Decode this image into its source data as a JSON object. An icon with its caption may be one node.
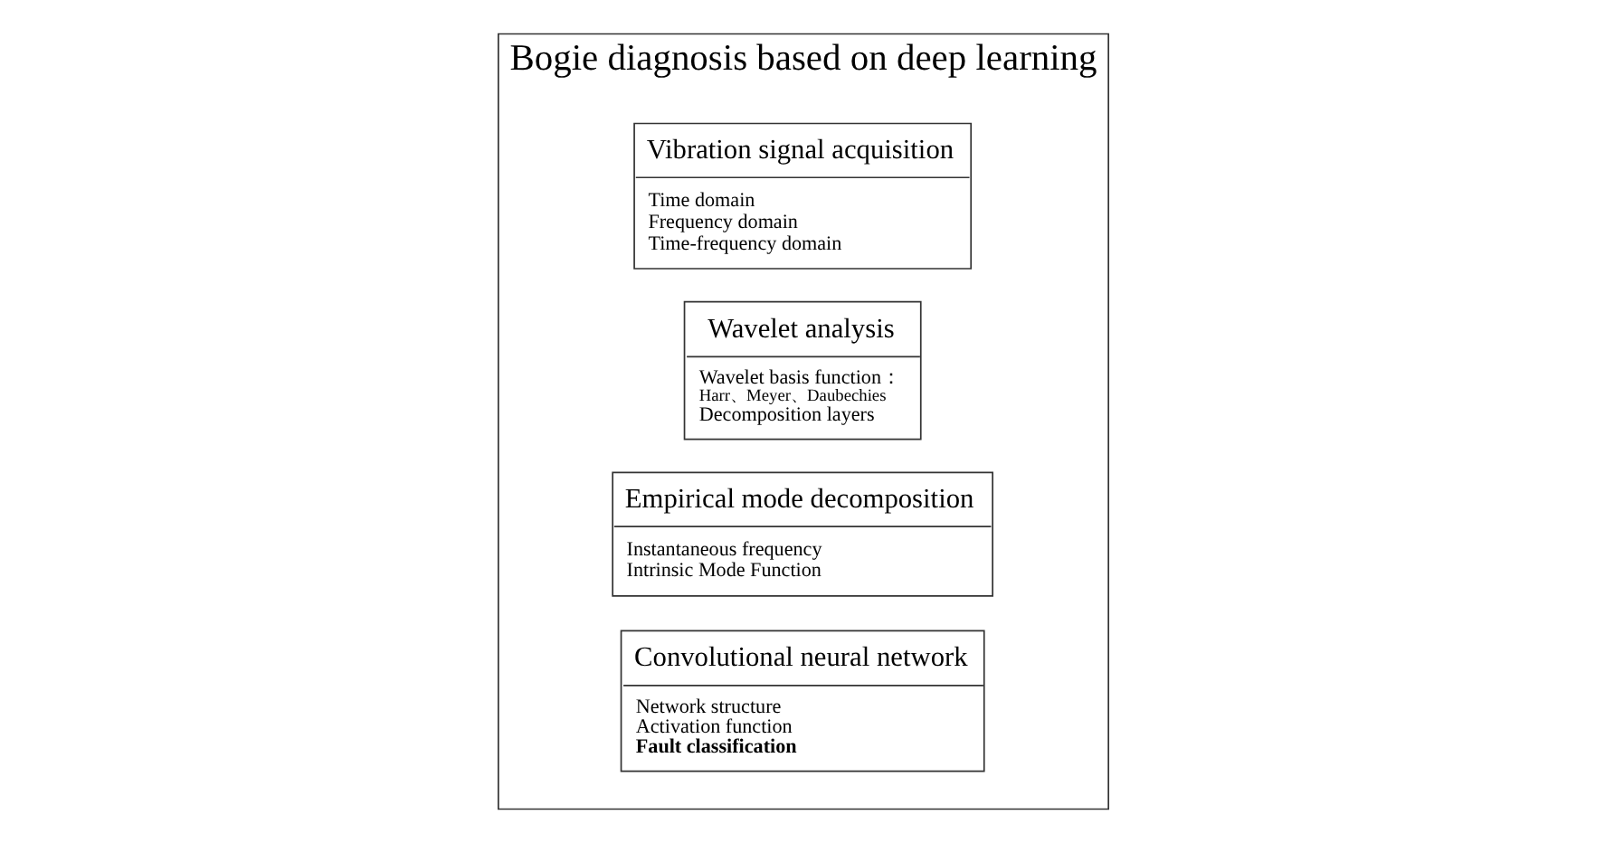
{
  "diagram": {
    "nodes": [
      {
        "text": [
          "Bogie diagnosis based on deep learning"
        ]
      },
      {
        "text": [
          "Vibration signal acquisition",
          "Time domain",
          "Frequency domain",
          "Time-frequency domain"
        ],
        "in": 0
      },
      {
        "text": [
          "Wavelet analysis",
          "Wavelet basis function：",
          "Harr、Meyer、Daubechies",
          "Decomposition layers"
        ],
        "in": 0
      },
      {
        "text": [
          "Empirical mode decomposition",
          "Instantaneous frequency",
          "Intrinsic Mode Function"
        ],
        "in": 0
      },
      {
        "text": [
          "Convolutional neural network",
          "Network structure",
          "Activation function",
          "Fault classification"
        ],
        "in": 0
      }
    ],
    "edges": []
  }
}
